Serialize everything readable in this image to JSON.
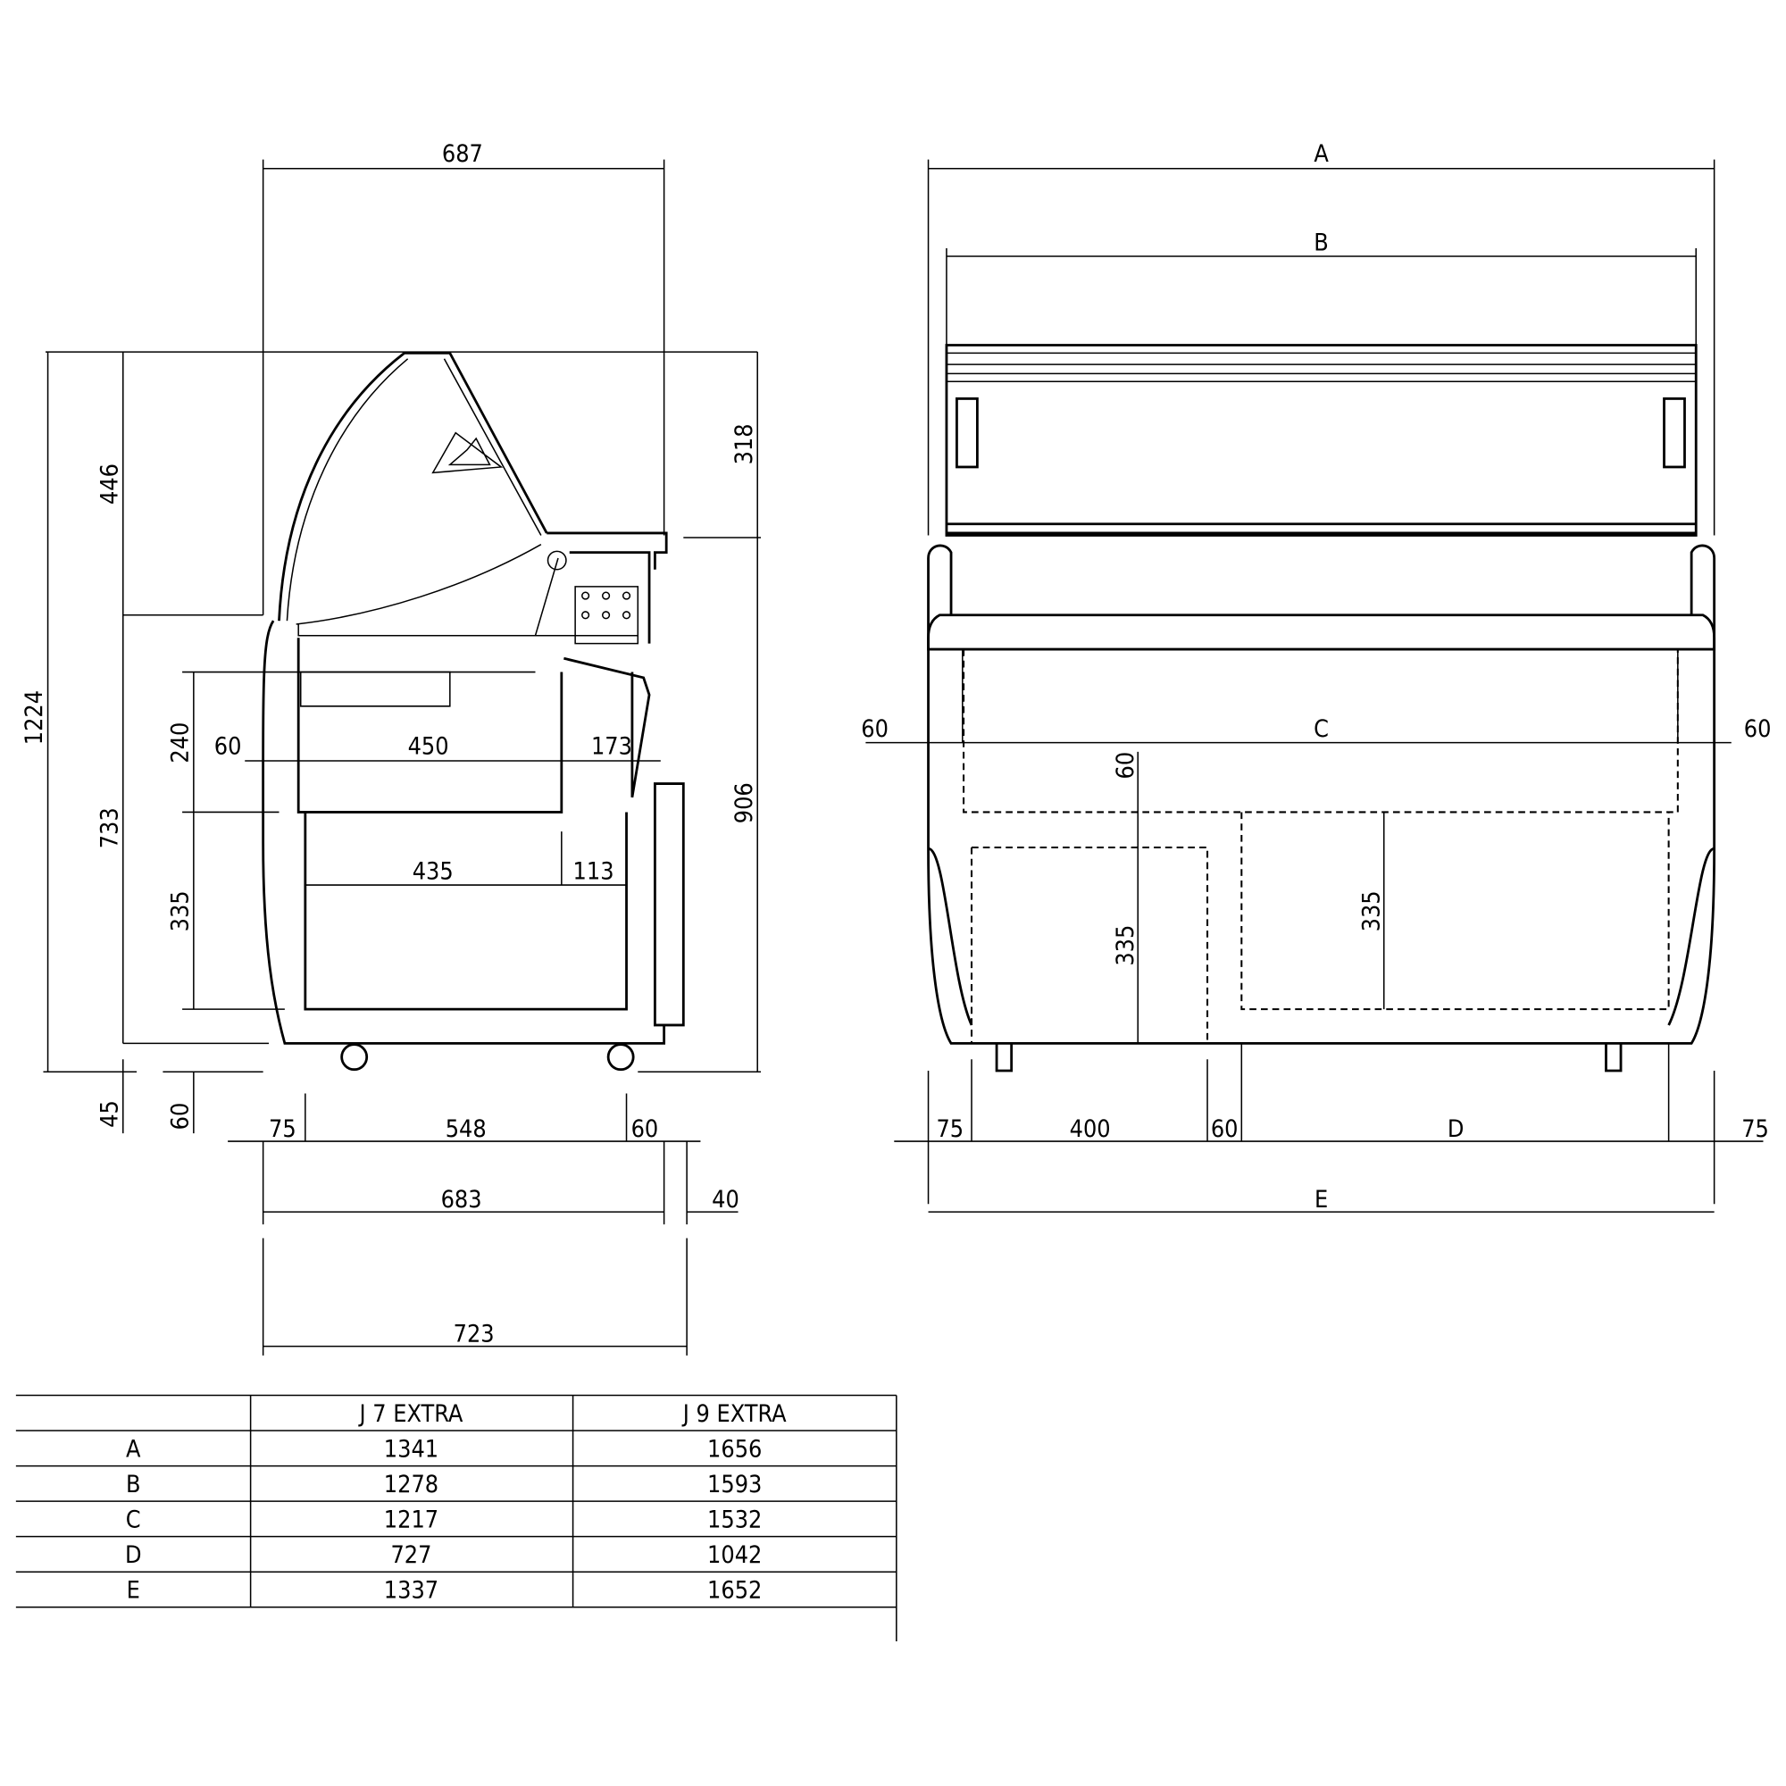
{
  "side_view": {
    "d687": "687",
    "d446": "446",
    "d318": "318",
    "d1224": "1224",
    "d733": "733",
    "d906": "906",
    "d240": "240",
    "d60a": "60",
    "d450": "450",
    "d173": "173",
    "d335": "335",
    "d435": "435",
    "d113": "113",
    "d45": "45",
    "d60b": "60",
    "d75": "75",
    "d548": "548",
    "d60c": "60",
    "d683": "683",
    "d40": "40",
    "d723": "723"
  },
  "front_view": {
    "A": "A",
    "B": "B",
    "C": "C",
    "D": "D",
    "E": "E",
    "d60l": "60",
    "d60r": "60",
    "d60v": "60",
    "d335a": "335",
    "d335b": "335",
    "d75l": "75",
    "d400": "400",
    "d60m": "60",
    "d75r": "75"
  },
  "table": {
    "headers": [
      "",
      "J 7 EXTRA",
      "J 9 EXTRA"
    ],
    "rows": [
      [
        "A",
        "1341",
        "1656"
      ],
      [
        "B",
        "1278",
        "1593"
      ],
      [
        "C",
        "1217",
        "1532"
      ],
      [
        "D",
        "727",
        "1042"
      ],
      [
        "E",
        "1337",
        "1652"
      ]
    ]
  }
}
